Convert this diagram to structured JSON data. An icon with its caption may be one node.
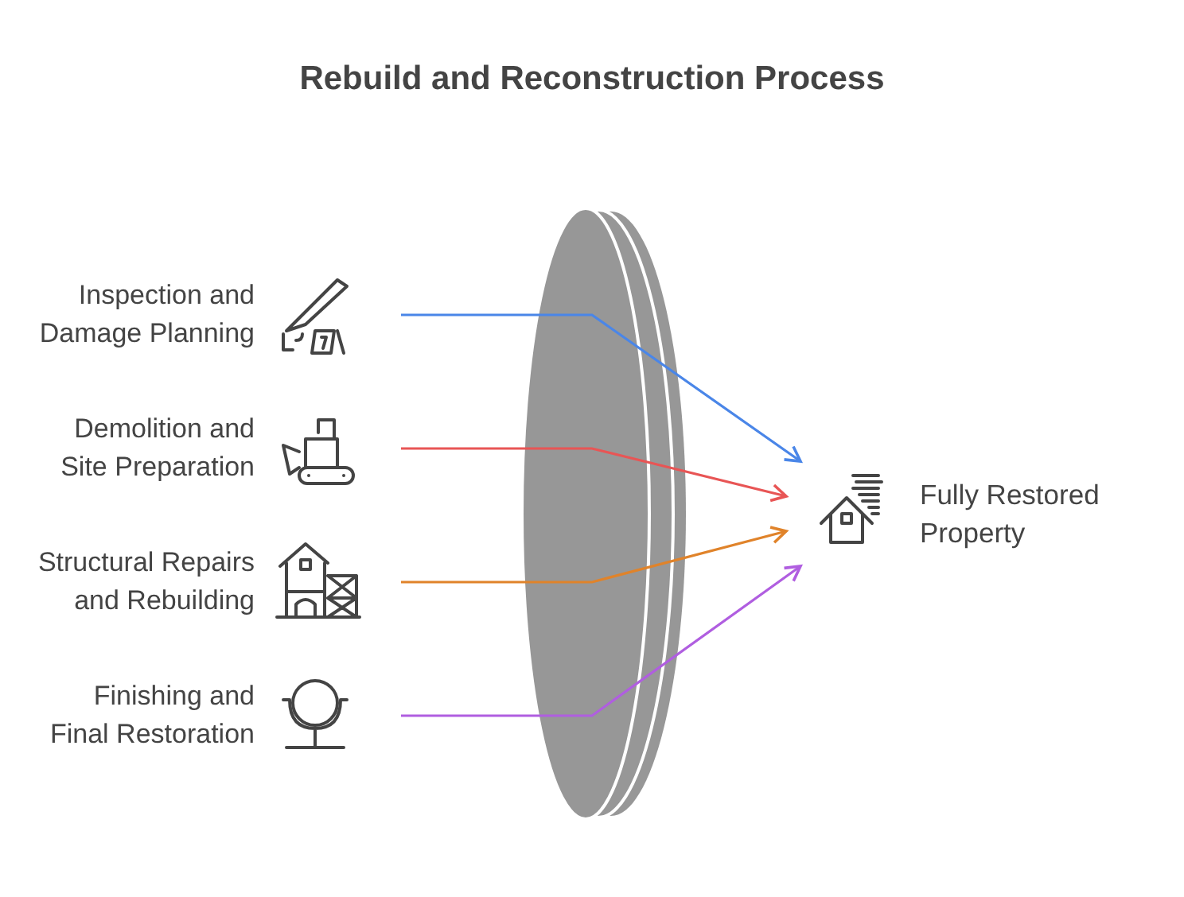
{
  "diagram": {
    "title": "Rebuild and Reconstruction Process",
    "nodes": [
      {
        "text": [
          "Inspection and Damage Planning"
        ]
      },
      {
        "text": [
          "Demolition and Site Preparation"
        ]
      },
      {
        "text": [
          "Structural Repairs and Rebuilding"
        ]
      },
      {
        "text": [
          "Finishing and Final Restoration"
        ]
      },
      {
        "text": [
          "Fully Restored Property"
        ]
      }
    ],
    "edges": [
      {
        "from": 0,
        "to": 4,
        "arrow": "to",
        "color": "#4a86e8"
      },
      {
        "from": 1,
        "to": 4,
        "arrow": "to",
        "color": "#e85555"
      },
      {
        "from": 2,
        "to": 4,
        "arrow": "to",
        "color": "#e0832a"
      },
      {
        "from": 3,
        "to": 4,
        "arrow": "to",
        "color": "#b05ee0"
      }
    ]
  }
}
